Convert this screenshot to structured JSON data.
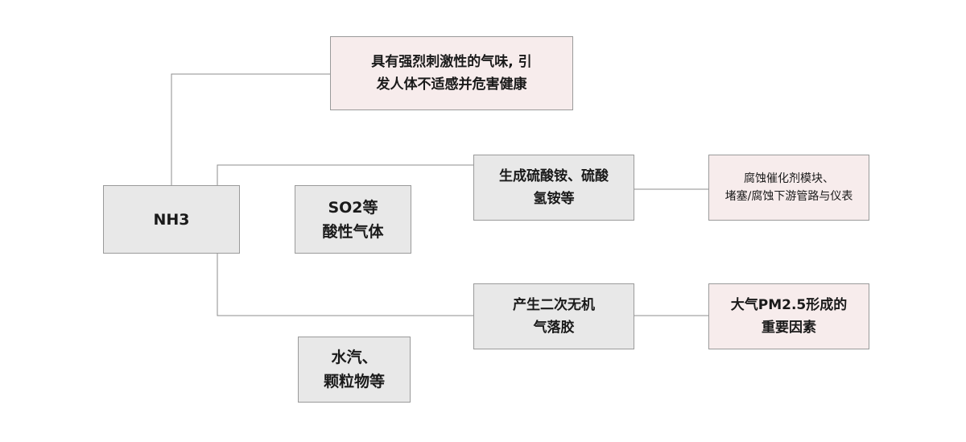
{
  "nodes": {
    "nh3": {
      "line1": "NH3"
    },
    "irritant": {
      "line1": "具有强烈刺激性的气味, 引",
      "line2": "发人体不适感并危害健康"
    },
    "sulfate": {
      "line1": "生成硫酸铵、硫酸",
      "line2": "氢铵等"
    },
    "corrosion": {
      "line1": "腐蚀催化剂模块、",
      "line2": "堵塞/腐蚀下游管路与仪表"
    },
    "so2": {
      "line1": "SO2等",
      "line2": "酸性气体"
    },
    "aerosol": {
      "line1": "产生二次无机",
      "line2": "气落胶"
    },
    "pm25": {
      "line1": "大气PM2.5形成的",
      "line2": "重要因素"
    },
    "water": {
      "line1": "水汽、",
      "line2": "颗粒物等"
    }
  },
  "colors": {
    "gray_box": "#e8e8e8",
    "pink_box": "#f7ecec",
    "border": "#9a9a9a",
    "connector": "#8c8c8c"
  }
}
